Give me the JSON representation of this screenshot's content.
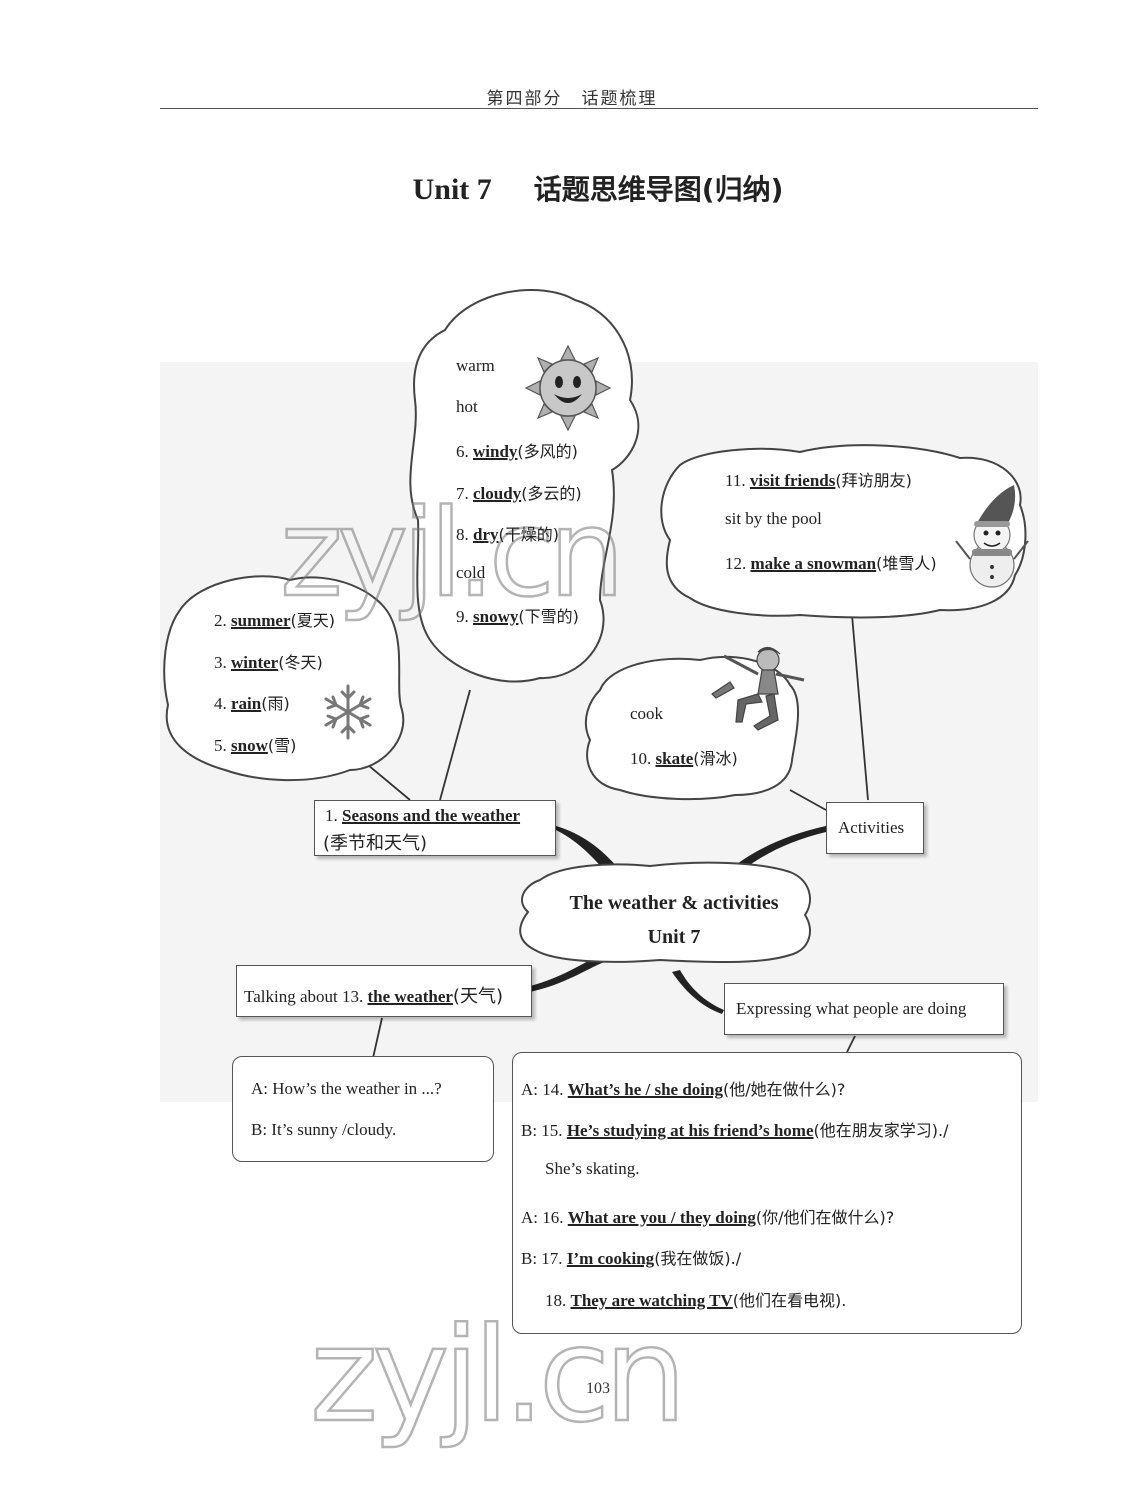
{
  "header": {
    "text": "第四部分　话题梳理"
  },
  "title": {
    "unit": "Unit 7",
    "topic": "话题思维导图(归纳)"
  },
  "center": {
    "line1": "The weather & activities",
    "line2": "Unit 7"
  },
  "weather_cloud": {
    "warm": "warm",
    "hot": "hot",
    "i6_num": "6.",
    "i6_ans": "windy",
    "i6_cn": "(多风的)",
    "i7_num": "7.",
    "i7_ans": "cloudy",
    "i7_cn": "(多云的)",
    "i8_num": "8.",
    "i8_ans": "dry",
    "i8_cn": "(干燥的)",
    "cold": "cold",
    "i9_num": "9.",
    "i9_ans": "snowy",
    "i9_cn": "(下雪的)"
  },
  "seasons_cloud": {
    "i2_num": "2.",
    "i2_ans": "summer",
    "i2_cn": "(夏天)",
    "i3_num": "3.",
    "i3_ans": "winter",
    "i3_cn": "(冬天)",
    "i4_num": "4.",
    "i4_ans": "rain",
    "i4_cn": "(雨)",
    "i5_num": "5.",
    "i5_ans": "snow",
    "i5_cn": "(雪)"
  },
  "visit_cloud": {
    "i11_num": "11.",
    "i11_ans": "visit friends",
    "i11_cn": "(拜访朋友)",
    "pool": "sit by the pool",
    "i12_num": "12.",
    "i12_ans": "make a snowman",
    "i12_cn": "(堆雪人)"
  },
  "cook_cloud": {
    "cook": "cook",
    "i10_num": "10.",
    "i10_ans": "skate",
    "i10_cn": "(滑冰)"
  },
  "seasons_box": {
    "num": "1.",
    "ans": "Seasons and the weather",
    "cn": "(季节和天气)"
  },
  "activities_box": {
    "label": "Activities"
  },
  "talking_box": {
    "prefix": "Talking about 13.",
    "ans": "the weather",
    "cn": "(天气)"
  },
  "expressing_box": {
    "label": "Expressing what people are doing"
  },
  "weather_dialog": {
    "a": "A: How’s the weather in ...?",
    "b": "B: It’s sunny /cloudy."
  },
  "doing_dialog": {
    "l14_pre": "A: 14.",
    "l14_ans": "What’s he / she doing",
    "l14_cn": "(他/她在做什么)?",
    "l15_pre": "B: 15.",
    "l15_ans": "He’s studying at his friend’s home",
    "l15_cn": "(他在朋友家学习)./",
    "l15b": "She’s skating.",
    "l16_pre": "A: 16.",
    "l16_ans": "What are you / they doing",
    "l16_cn": "(你/他们在做什么)?",
    "l17_pre": "B: 17.",
    "l17_ans": "I’m cooking",
    "l17_cn": "(我在做饭)./",
    "l18_pre": "18.",
    "l18_ans": "They are watching TV",
    "l18_cn": "(他们在看电视)."
  },
  "watermark": "zyjl.cn",
  "page_number": "103",
  "colors": {
    "ink": "#222222",
    "panel": "#f4f4f4",
    "sun": "#9a9a9a"
  },
  "icons": [
    "sun-icon",
    "snowflake-icon",
    "snowman-icon",
    "skater-icon",
    "tv-family-icon"
  ]
}
